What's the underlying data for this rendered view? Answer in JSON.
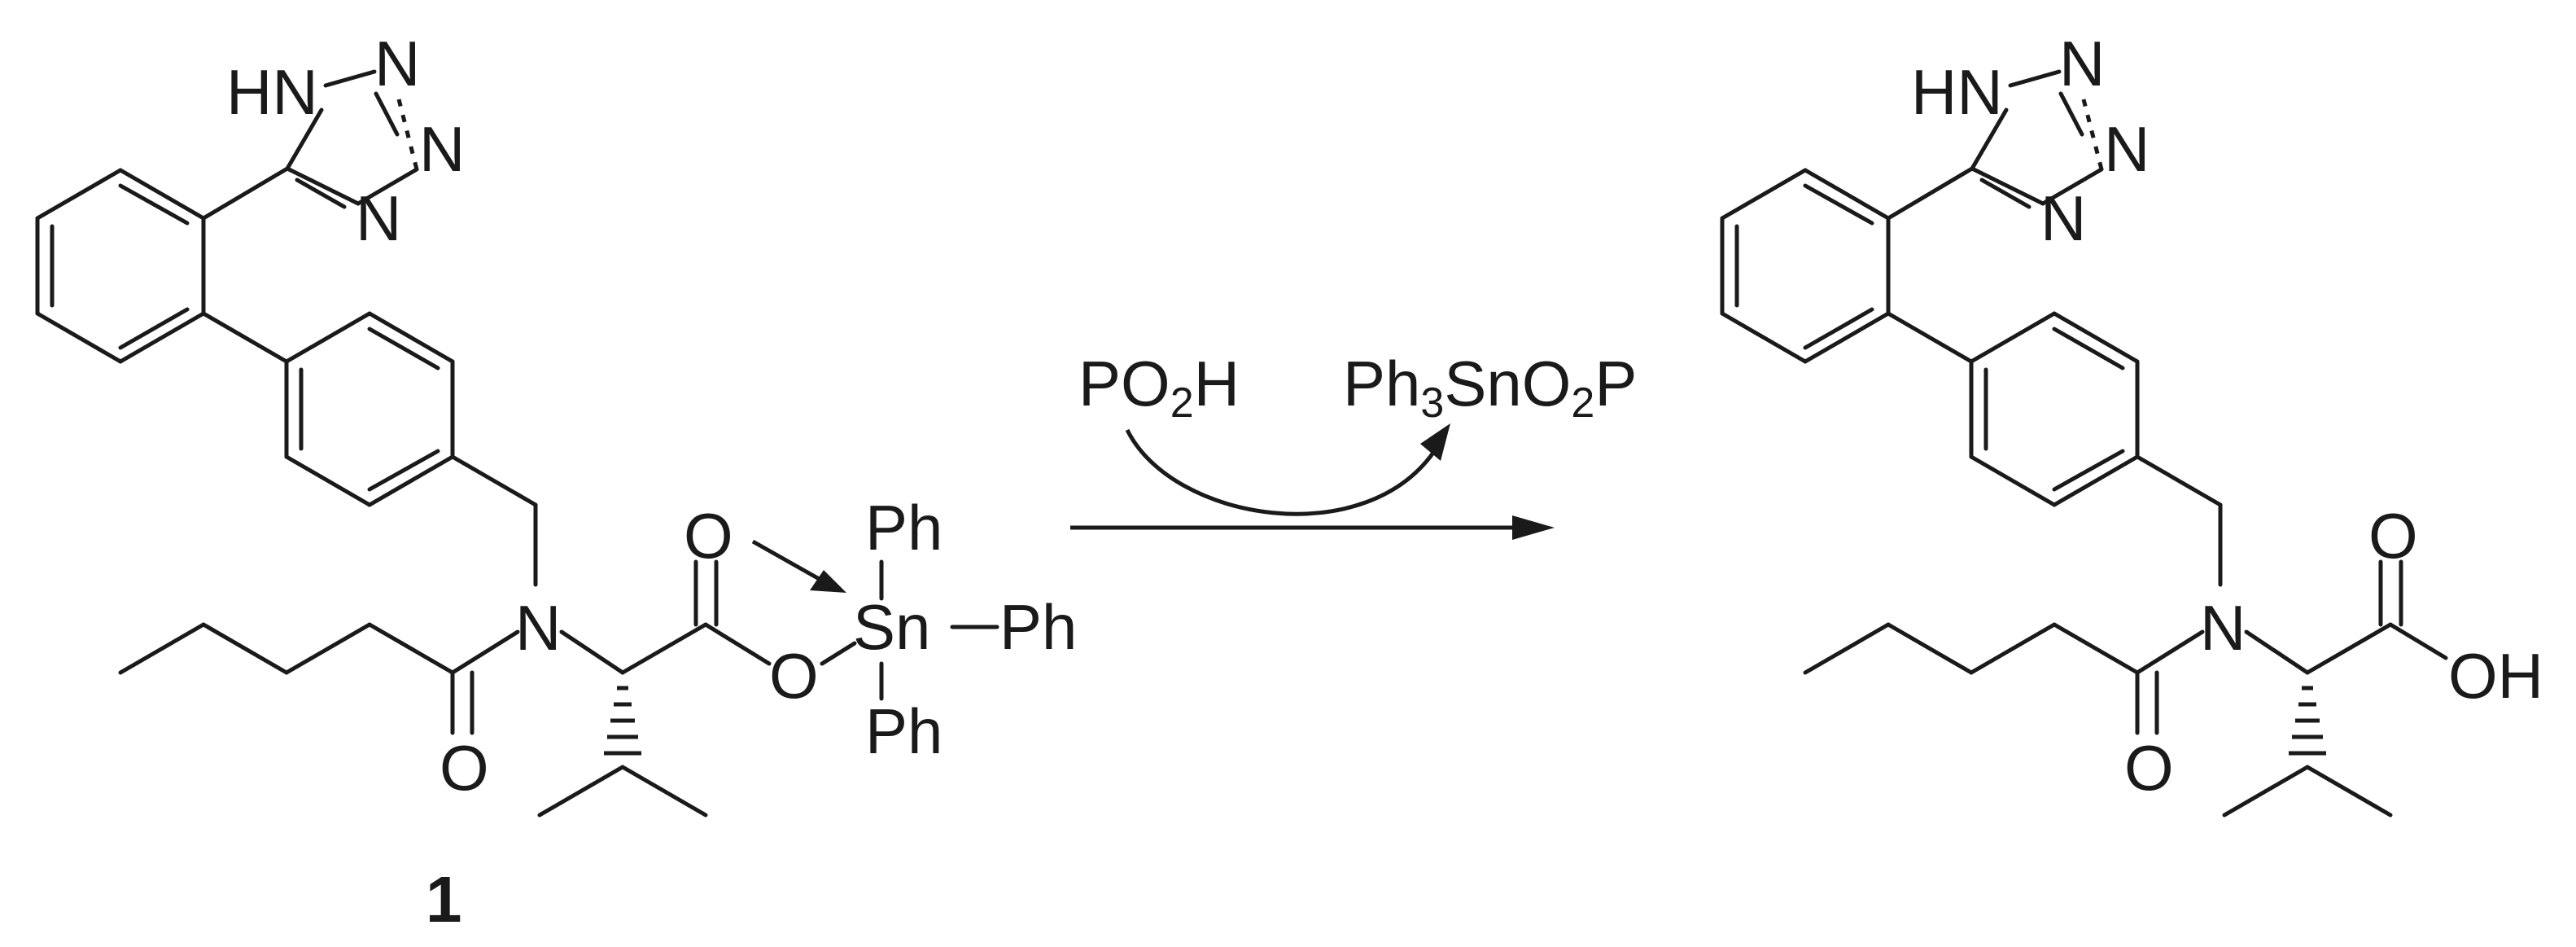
{
  "scheme": {
    "reagent_left": {
      "main": "PO",
      "sub": "2",
      "tail": "H"
    },
    "reagent_right": {
      "a": "Ph",
      "a_sub": "3",
      "b": "SnO",
      "b_sub": "2",
      "c": "P"
    },
    "compound_label": "1",
    "atoms": {
      "hn": "HN",
      "n": "N",
      "o": "O",
      "sn": "Sn",
      "ph": "Ph",
      "oh": "OH"
    }
  }
}
